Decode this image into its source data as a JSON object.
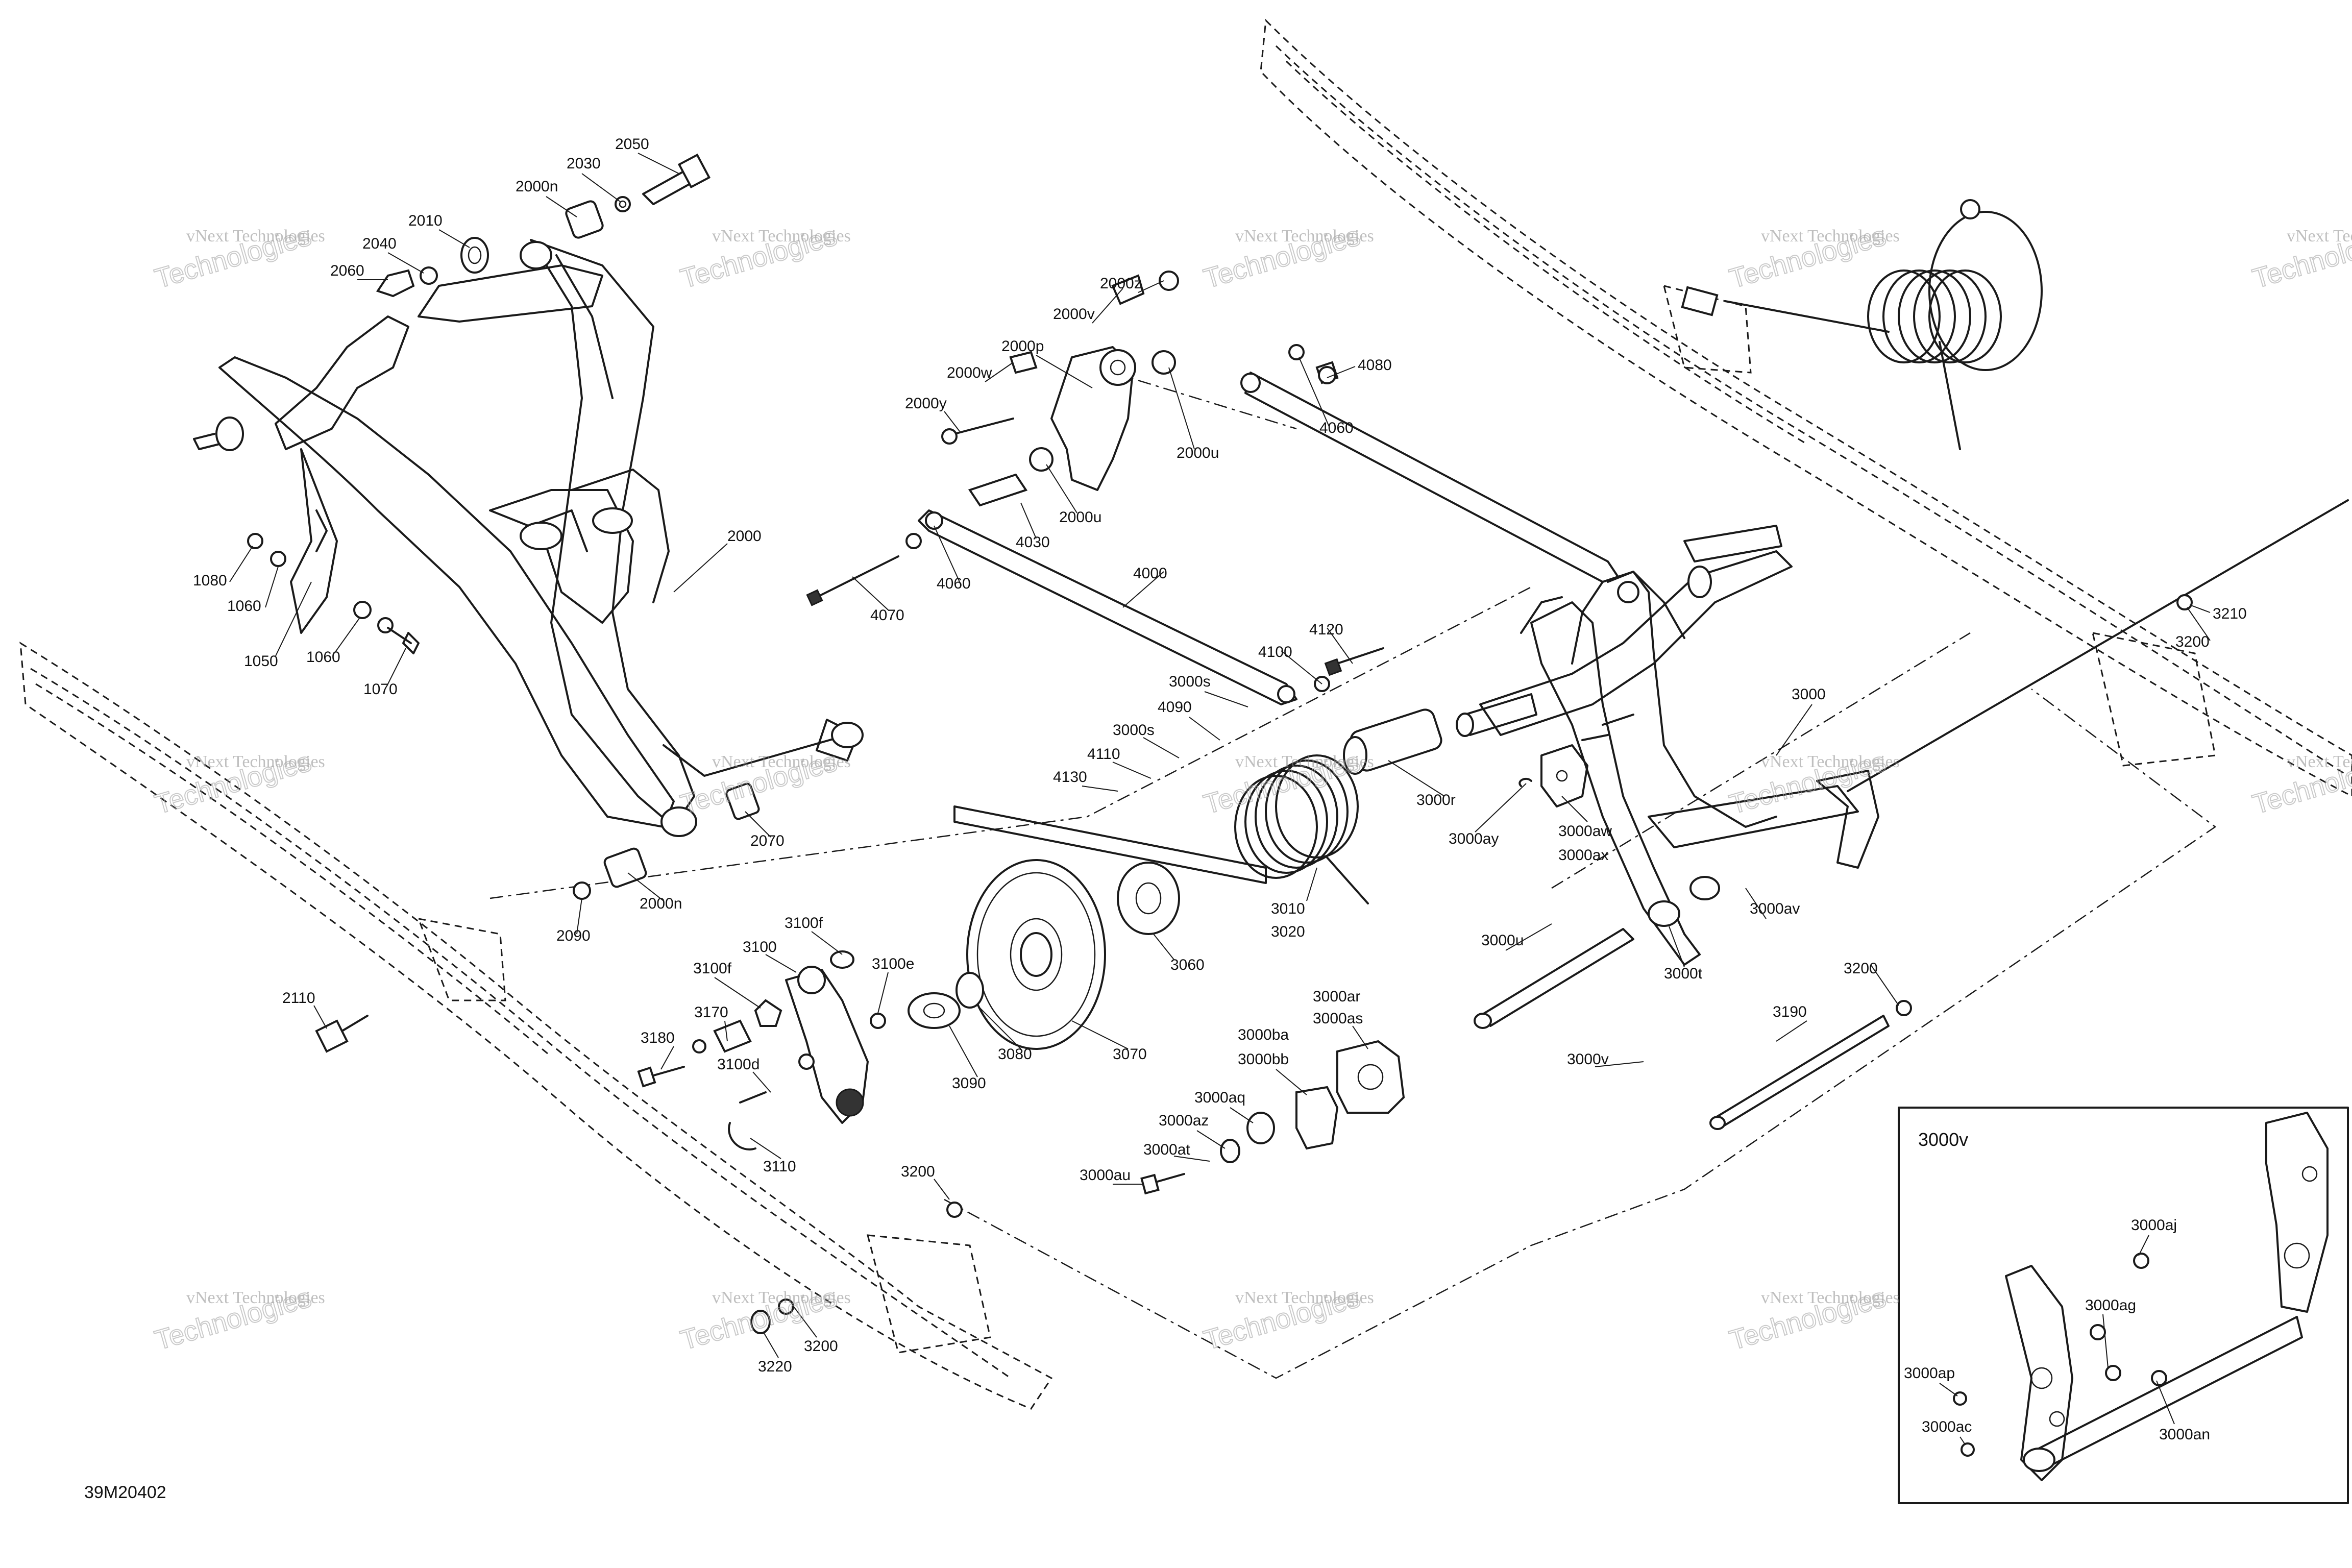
{
  "diagram": {
    "reference_code": "39M20402",
    "inset_title": "3000v",
    "watermark_company": "vNext Technologies",
    "watermark_brand": "Technologies",
    "callouts": [
      "2050",
      "2030",
      "2000n",
      "2010",
      "2040",
      "2060",
      "2000z",
      "2000v",
      "2000p",
      "2000w",
      "2000y",
      "2000u",
      "2000u",
      "4080",
      "4060",
      "2000",
      "1080",
      "1060",
      "1050",
      "1060",
      "1070",
      "4030",
      "4060",
      "4070",
      "4000",
      "4120",
      "4100",
      "3000s",
      "4090",
      "3000s",
      "4110",
      "4130",
      "3000r",
      "3000ay",
      "3000aw",
      "3000ax",
      "3000",
      "3210",
      "3200",
      "2070",
      "2000n",
      "2090",
      "2110",
      "3100f",
      "3100",
      "3100f",
      "3100e",
      "3010",
      "3020",
      "3060",
      "3170",
      "3180",
      "3100d",
      "3080",
      "3090",
      "3070",
      "3110",
      "3000u",
      "3000t",
      "3000av",
      "3200",
      "3000ar",
      "3000as",
      "3000ba",
      "3000bb",
      "3000v",
      "3190",
      "3000aq",
      "3000az",
      "3000at",
      "3000au",
      "3200",
      "3220",
      "3200",
      "3000aj",
      "3000ag",
      "3000ap",
      "3000ac",
      "3000an"
    ]
  }
}
